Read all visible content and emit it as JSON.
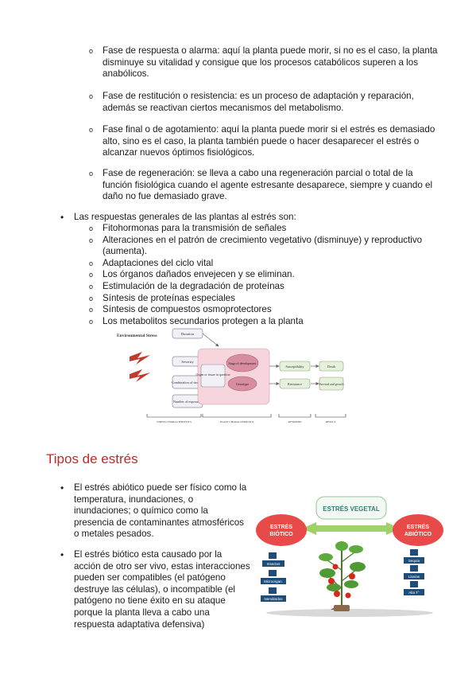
{
  "phases": [
    {
      "text": "Fase de respuesta o alarma: aquí la planta puede morir, si no es el caso, la planta disminuye su vitalidad y consigue que los procesos catabólicos superen a los anabólicos."
    },
    {
      "text": "Fase de restitución o resistencia: es un proceso de adaptación y reparación, además se reactivan ciertos mecanismos del metabolismo."
    },
    {
      "text": "Fase final o de agotamiento: aquí la planta puede morir si el estrés es demasiado alto, sino es el caso, la planta también puede o hacer desaparecer el estrés o alcanzar nuevos óptimos fisiológicos."
    },
    {
      "text": "Fase de regeneración: se lleva a cabo una regeneración parcial o total de la función fisiológica cuando el agente estresante desaparece, siempre y cuando el daño no fue demasiado grave."
    }
  ],
  "sub_marker": "o",
  "bullet_marker": "•",
  "responses": {
    "intro": "Las respuestas generales de las plantas al estrés son:",
    "items": [
      "Fitohormonas para la transmisión de señales",
      "Alteraciones en el patrón de crecimiento vegetativo (disminuye) y reproductivo (aumenta).",
      "Adaptaciones del ciclo vital",
      "Los órganos dañados envejecen y se eliminan.",
      "Estimulación de la degradación de proteínas",
      "Síntesis de proteínas especiales",
      "Síntesis de compuestos osmoprotectores",
      "Los metabolitos secundarios protegen a la planta"
    ]
  },
  "diagram1": {
    "stress_label": "Environmental Stress",
    "stress_boxes": [
      "Duration",
      "Severity",
      "Combination of stresses",
      "Number of exposures"
    ],
    "organ": "Organ or tissue in question",
    "stage": "Stage of development",
    "genotype": "Genotype",
    "susceptibility": "Susceptibility",
    "death": "Death",
    "resistance": "Resistance",
    "survival": "Survival and growth",
    "footer": [
      "STRESS CHARACTERISTICS",
      "PLANT CHARACTERISTICS",
      "RESPONSE",
      "RESULT"
    ]
  },
  "section_title": "Tipos de estrés",
  "types": [
    {
      "text": "El estrés abiótico puede ser físico como la temperatura, inundaciones, o inundaciones; o químico como la presencia de contaminantes atmosféricos o metales pesados."
    },
    {
      "text": "El estrés biótico esta causado por la acción de otro ser vivo, estas interacciones pueden ser compatibles (el patógeno destruye las células), o incompatible (el patógeno no tiene éxito en su ataque porque la planta lleva a cabo una respuesta adaptativa defensiva)"
    }
  ],
  "diagram2": {
    "title": "ESTRÉS VEGETAL",
    "biotic": "ESTRÉS BIÓTICO",
    "abiotic": "ESTRÉS ABIÓTICO",
    "biotic_items": [
      "Insectos",
      "Microorgan.",
      "Nemátodos"
    ],
    "abiotic_items": [
      "Sequía",
      "Lluvias",
      "Alta T°"
    ],
    "colors": {
      "biotic": "#e84a4a",
      "abiotic": "#e84a4a",
      "title": "#2f7f6f",
      "arrow": "#9fd36a",
      "item": "#1f4d7a"
    }
  }
}
